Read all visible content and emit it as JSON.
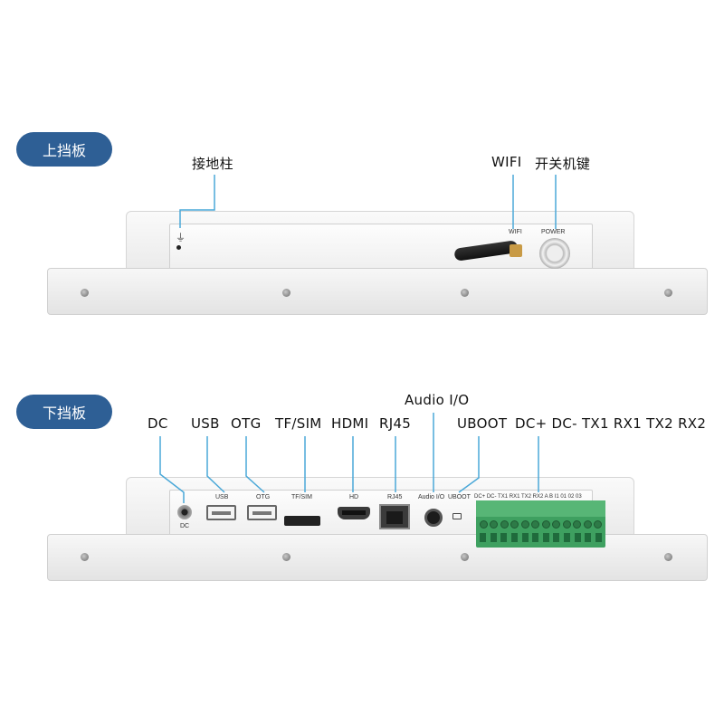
{
  "top_panel": {
    "section_label": "上挡板",
    "callouts": {
      "ground": "接地柱",
      "wifi": "WIFI",
      "power": "开关机键"
    },
    "port_labels": {
      "wifi": "WIFI",
      "power": "POWER"
    }
  },
  "bottom_panel": {
    "section_label": "下挡板",
    "callouts": {
      "dc": "DC",
      "usb": "USB",
      "otg": "OTG",
      "tfsim": "TF/SIM",
      "hdmi": "HDMI",
      "rj45": "RJ45",
      "audio": "Audio I/O",
      "uboot": "UBOOT",
      "terminal": "DC+ DC- TX1 RX1 TX2 RX2"
    },
    "port_labels": {
      "dc": "DC",
      "usb": "USB",
      "otg": "OTG",
      "tfsim": "TF/SIM",
      "hd": "HD",
      "rj45": "RJ45",
      "audio": "Audio I/O",
      "uboot": "UBOOT",
      "terminal": "DC+ DC- TX1 RX1 TX2 RX2 A B I1 01 02 03"
    }
  },
  "colors": {
    "pill": "#2e5f95",
    "callout_line": "#4aa8d8",
    "terminal": "#3ea060"
  }
}
